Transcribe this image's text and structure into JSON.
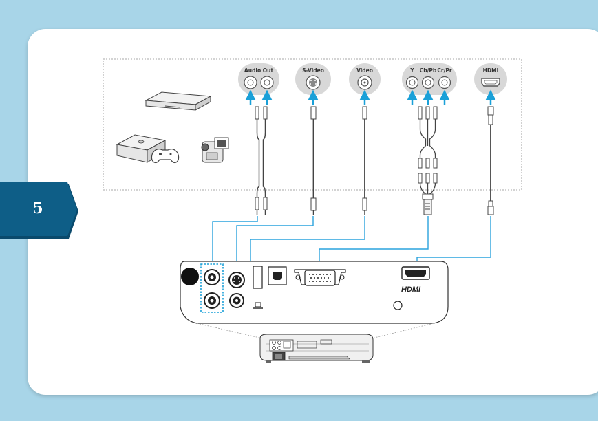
{
  "step_number": "5",
  "port_labels": {
    "audio_out": "Audio Out",
    "s_video": "S-Video",
    "video": "Video",
    "y": "Y",
    "cb_pb": "Cb/Pb",
    "cr_pr": "Cr/Pr",
    "hdmi": "HDMI"
  },
  "projector_logo": "HDMI",
  "colors": {
    "background": "#a8d5e8",
    "tab": "#0e5e87",
    "port_bubble": "#d8d8d8",
    "arrow": "#1aa0d8",
    "connection_line": "#2aa3dd",
    "dotted_box": "#8a8a8a"
  },
  "icons": [
    "dvd-player-icon",
    "game-console-icon",
    "gamepad-icon",
    "camcorder-icon",
    "projector-icon"
  ]
}
